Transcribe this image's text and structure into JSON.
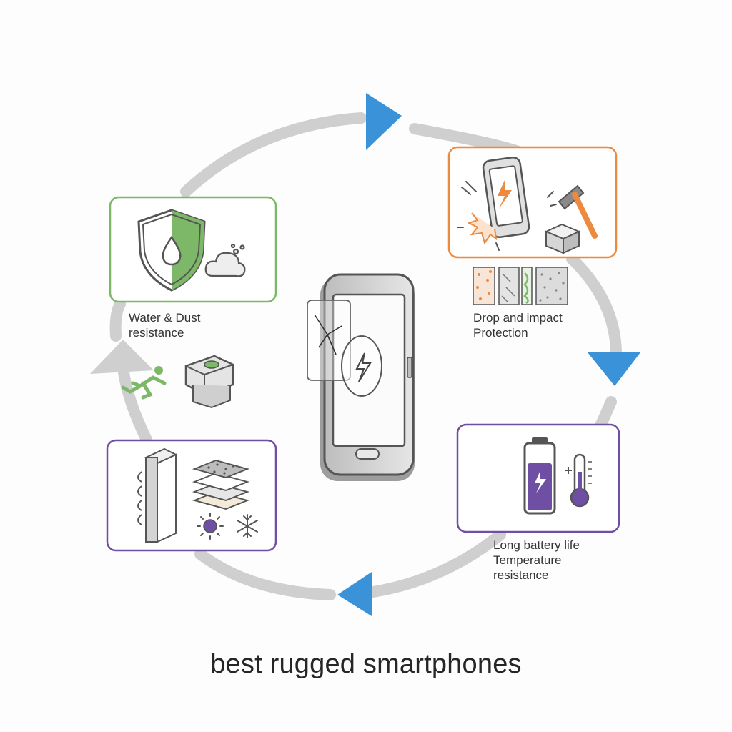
{
  "title": "best rugged smartphones",
  "features": {
    "water_dust": {
      "label": "Water & Dust\nresistance",
      "accent": "#7cb867"
    },
    "drop_impact": {
      "label": "Drop and impact\nProtection",
      "accent": "#ec8a3f"
    },
    "battery_temp": {
      "label": "Long battery life\nTemperature\nresistance",
      "accent": "#6e4fa3"
    },
    "durability": {
      "accent": "#6e4fa3"
    }
  },
  "colors": {
    "cycle_ring": "#cfcfcf",
    "arrow_head": "#3a93d8",
    "outline": "#555555"
  }
}
